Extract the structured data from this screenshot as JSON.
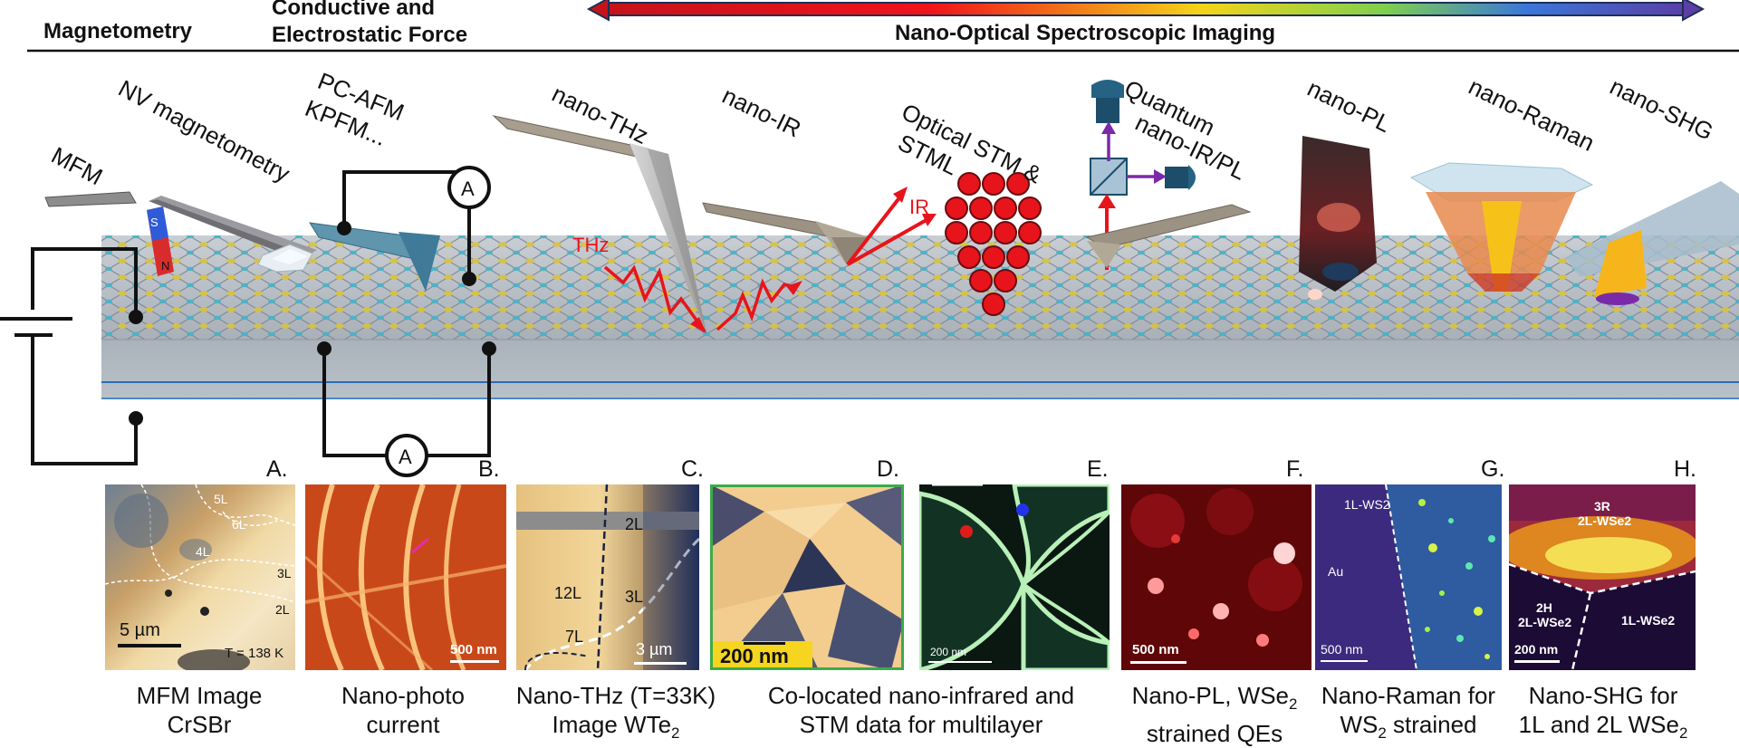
{
  "header": {
    "magnetometry": "Magnetometry",
    "conductive_line1": "Conductive and",
    "conductive_line2": "Electrostatic Force",
    "nano_optical": "Nano-Optical Spectroscopic Imaging"
  },
  "techniques": {
    "mfm": "MFM",
    "nv": "NV magnetometry",
    "pcafm_line1": "PC-AFM",
    "pcafm_line2": "KPFM...",
    "nano_thz": "nano-THz",
    "nano_ir": "nano-IR",
    "optical_stm_line1": "Optical STM &",
    "optical_stm_line2": "STML",
    "quantum_line1": "Quantum",
    "quantum_line2": "nano-IR/PL",
    "nano_pl": "nano-PL",
    "nano_raman": "nano-Raman",
    "nano_shg": "nano-SHG"
  },
  "diagram_labels": {
    "thz": "THz",
    "ir": "IR",
    "ammeter": "A",
    "magnet_s": "S",
    "magnet_n": "N"
  },
  "panels": [
    {
      "letter": "A.",
      "caption1": "MFM Image",
      "caption2": "CrSBr",
      "scale": "5 µm",
      "extra": "T = 138 K",
      "layers": [
        "5L",
        "6L",
        "4L",
        "3L",
        "2L"
      ]
    },
    {
      "letter": "B.",
      "caption1": "Nano-photo",
      "caption2": "current",
      "scale": "500 nm"
    },
    {
      "letter": "C.",
      "caption1": "Nano-THz (T=33K)",
      "caption2": "Image WTe",
      "caption2_sub": "2",
      "scale": "3 µm",
      "layers": [
        "2L",
        "12L",
        "3L",
        "7L"
      ]
    },
    {
      "letter": "D.",
      "caption1": "Co-located nano-infrared  and",
      "caption2": "STM data for multilayer",
      "scale": "200 nm"
    },
    {
      "letter": "E.",
      "scale": "200 nm"
    },
    {
      "letter": "F.",
      "caption1": "Nano-PL, WSe",
      "caption1_sub": "2",
      "caption2": "strained QEs",
      "scale": "500 nm"
    },
    {
      "letter": "G.",
      "caption1": "Nano-Raman for",
      "caption2": "WS",
      "caption2_sub": "2",
      "caption2_tail": " strained",
      "scale": "500 nm",
      "labels": [
        "1L-WS2",
        "Au"
      ]
    },
    {
      "letter": "H.",
      "caption1": "Nano-SHG for",
      "caption2": "1L and 2L WSe",
      "caption2_sub": "2",
      "scale": "200 nm",
      "labels": [
        "3R",
        "2L-WSe2",
        "2H",
        "2L-WSe2",
        "1L-WSe2"
      ]
    }
  ],
  "colors": {
    "red_beam": "#e8141c",
    "purple_beam": "#7a2aa8",
    "dark_blue": "#1a3d73",
    "cantilever": "#a79e90"
  }
}
